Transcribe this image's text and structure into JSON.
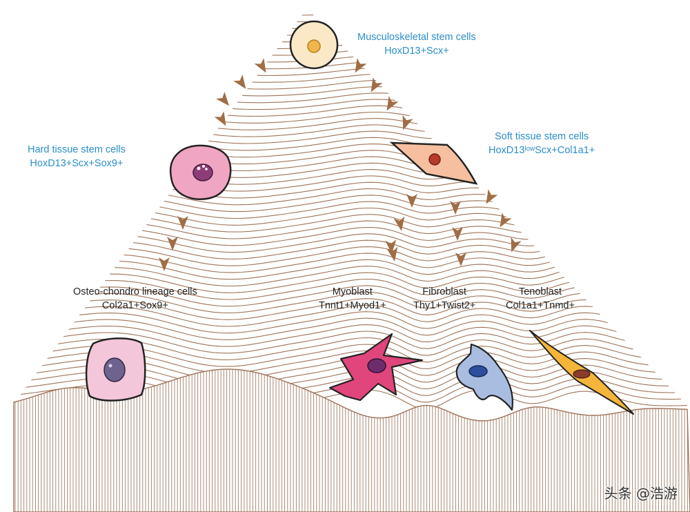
{
  "colors": {
    "stem_label": "#2b8ec9",
    "lineage_label": "#222222",
    "wave_line": "#9e7257",
    "ground_line": "#a98a72",
    "arrow": "#a06e46",
    "watermark": "#333333"
  },
  "stem_cells": {
    "musculoskeletal": {
      "name": "Musculoskeletal stem cells",
      "markers": "HoxD13+Scx+"
    },
    "hard_tissue": {
      "name": "Hard tissue stem cells",
      "markers": "HoxD13+Scx+Sox9+"
    },
    "soft_tissue": {
      "name": "Soft tissue stem cells",
      "markers": "HoxD13ˡᵒʷScx+Col1a1+"
    }
  },
  "lineages": {
    "osteo": {
      "name": "Osteo-chondro lineage cells",
      "markers": "Col2a1+Sox9+"
    },
    "myoblast": {
      "name": "Myoblast",
      "markers": "Tnnt1+Myod1+"
    },
    "fibroblast": {
      "name": "Fibroblast",
      "markers": "Thy1+Twist2+"
    },
    "tenoblast": {
      "name": "Tenoblast",
      "markers": "Col1a1+Tnmd+"
    }
  },
  "watermark": "头条 @浩游"
}
